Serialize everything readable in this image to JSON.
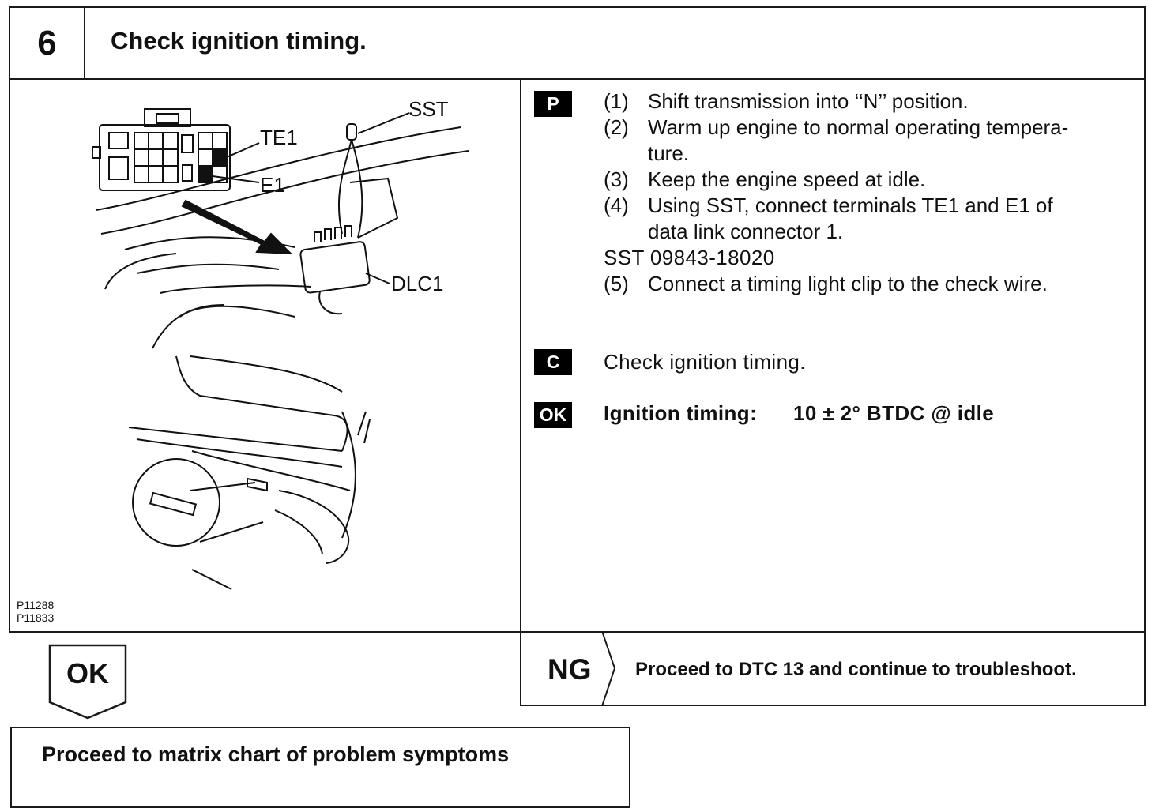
{
  "header": {
    "step_number": "6",
    "title": "Check ignition timing."
  },
  "illustration": {
    "labels": {
      "sst": "SST",
      "te1": "TE1",
      "e1": "E1",
      "dlc1": "DLC1"
    },
    "figure_codes": [
      "P11288",
      "P11833"
    ]
  },
  "preparation": {
    "badge": "P",
    "steps": [
      {
        "no": "(1)",
        "text": "Shift transmission into ‘‘N’’ position."
      },
      {
        "no": "(2)",
        "text": "Warm up engine to normal operating tempera-",
        "text_cont": "ture."
      },
      {
        "no": "(3)",
        "text": "Keep the engine speed at idle."
      },
      {
        "no": "(4)",
        "text": "Using SST, connect terminals TE1 and E1 of",
        "text_cont": "data link connector 1."
      },
      {
        "no": "(5)",
        "text": "Connect a timing light clip to the check wire."
      }
    ],
    "sst_line": "SST 09843-18020"
  },
  "check": {
    "badge": "C",
    "text": "Check ignition timing."
  },
  "ok_spec": {
    "badge": "OK",
    "label": "Ignition timing:",
    "value": "10 ± 2° BTDC @ idle"
  },
  "result_ok": {
    "label": "OK",
    "text": "Proceed to matrix chart of problem symptoms"
  },
  "result_ng": {
    "label": "NG",
    "text": "Proceed to DTC 13 and continue to troubleshoot."
  }
}
